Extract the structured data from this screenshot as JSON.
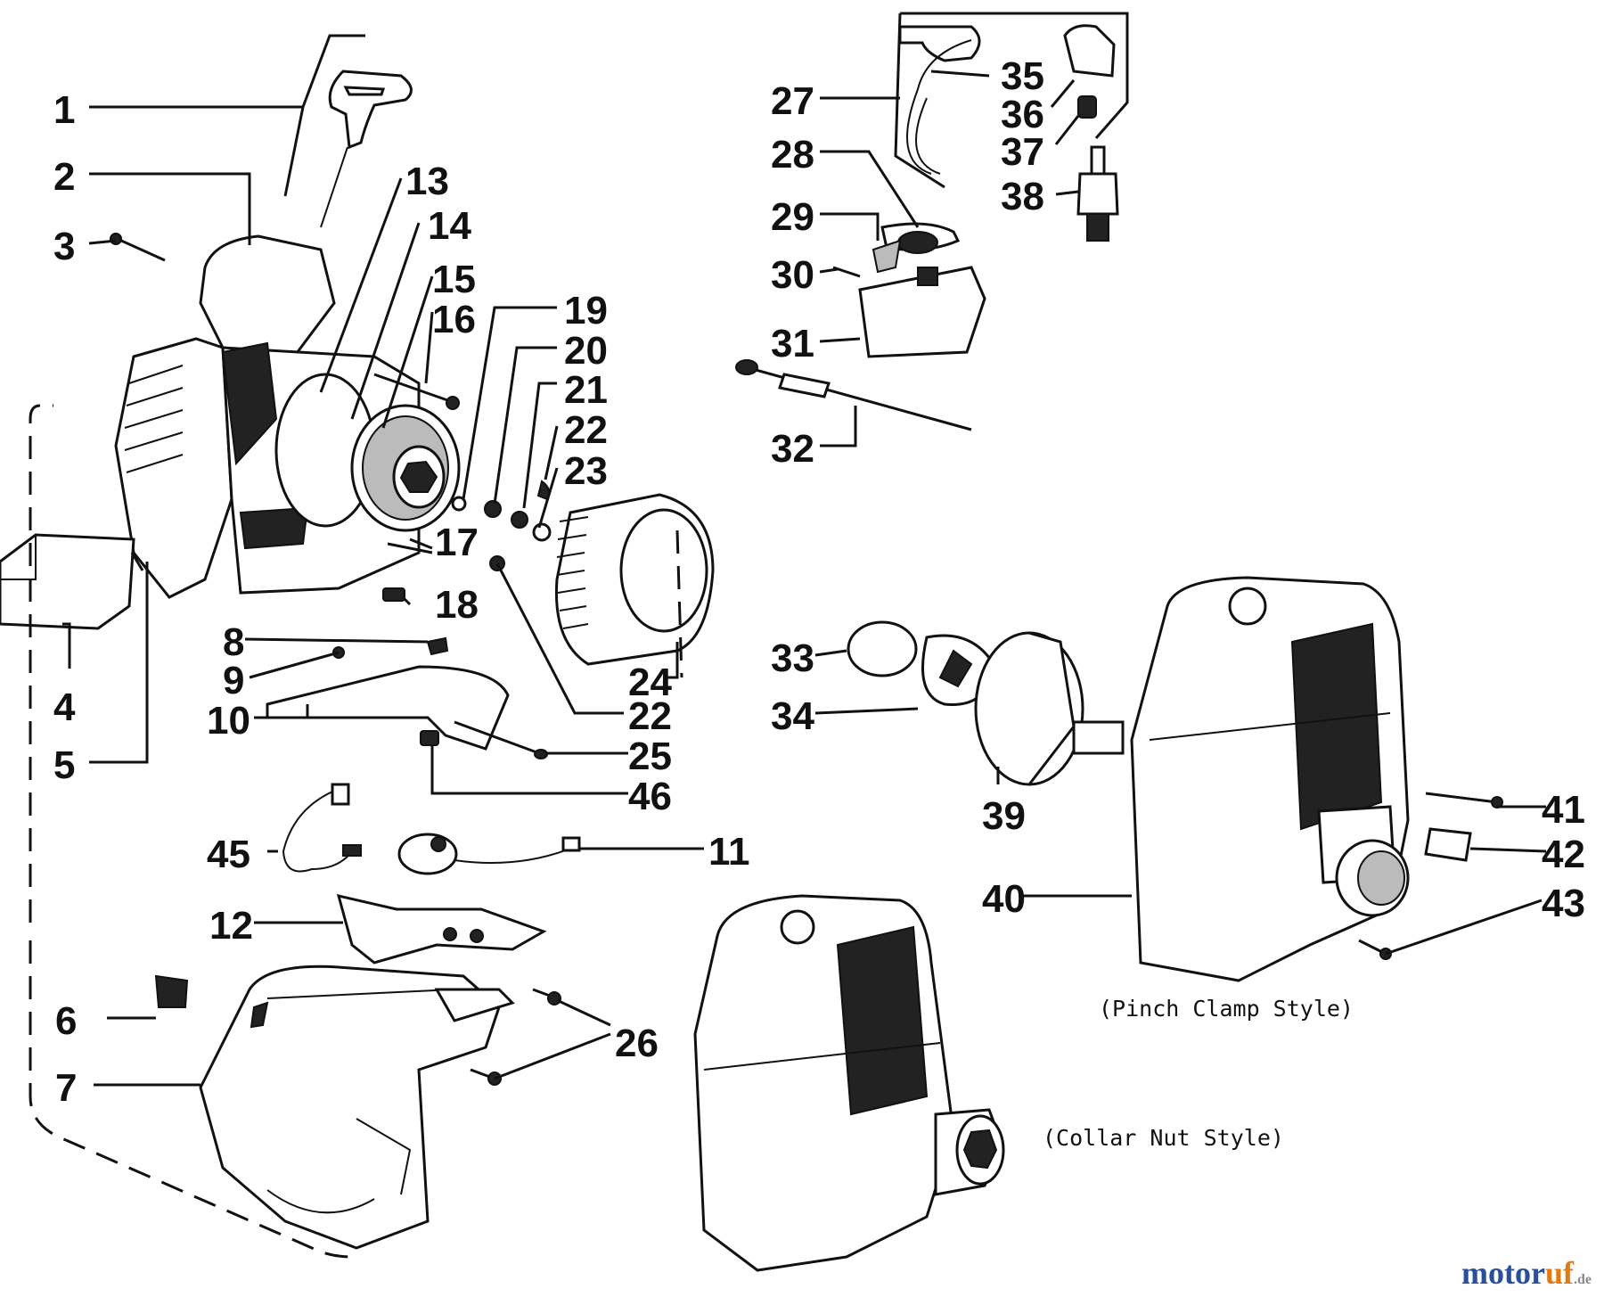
{
  "callouts": [
    "1",
    "2",
    "3",
    "4",
    "5",
    "6",
    "7",
    "8",
    "9",
    "10",
    "11",
    "12",
    "13",
    "14",
    "15",
    "16",
    "17",
    "18",
    "19",
    "20",
    "21",
    "22",
    "22",
    "23",
    "24",
    "25",
    "26",
    "27",
    "28",
    "29",
    "30",
    "31",
    "32",
    "33",
    "34",
    "35",
    "36",
    "37",
    "38",
    "39",
    "40",
    "41",
    "42",
    "43",
    "45",
    "46"
  ],
  "captions": {
    "pinch_clamp": "(Pinch Clamp Style)",
    "collar_nut": "(Collar Nut Style)"
  },
  "watermark": {
    "part1": "motor",
    "part2": "uf",
    "suffix": ".de",
    "colors": {
      "blue": "#2a4f9c",
      "orange": "#e07b12"
    }
  }
}
